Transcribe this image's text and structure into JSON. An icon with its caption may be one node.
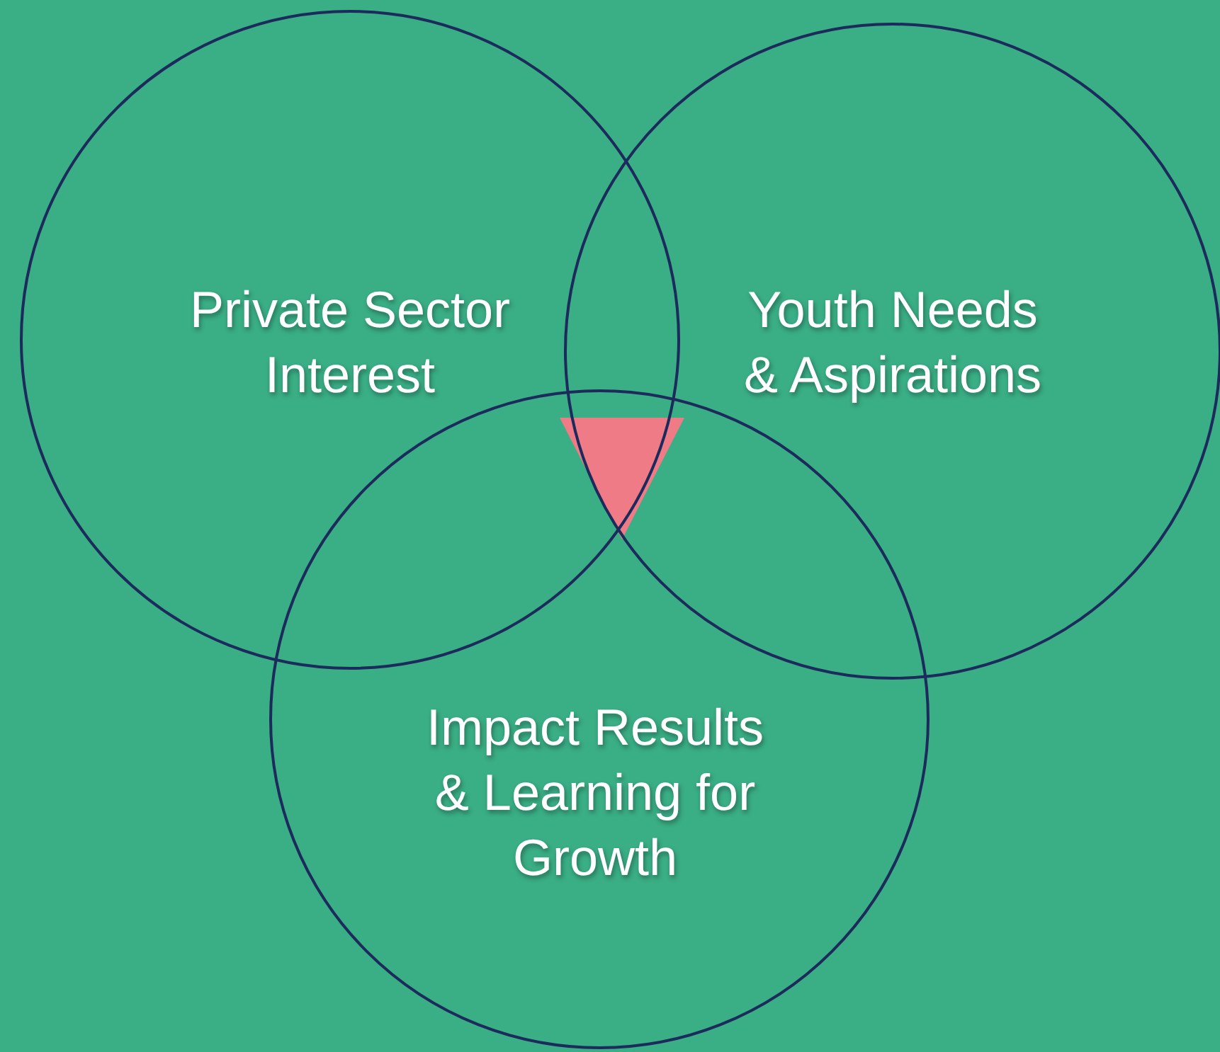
{
  "diagram": {
    "nodes": [
      {
        "text": [
          "Private Sector Interest"
        ]
      },
      {
        "text": [
          "Youth Needs & Aspirations"
        ]
      },
      {
        "text": [
          "Impact Results & Learning for Growth"
        ]
      },
      {
        "text": [],
        "shape": "triangle"
      }
    ]
  }
}
